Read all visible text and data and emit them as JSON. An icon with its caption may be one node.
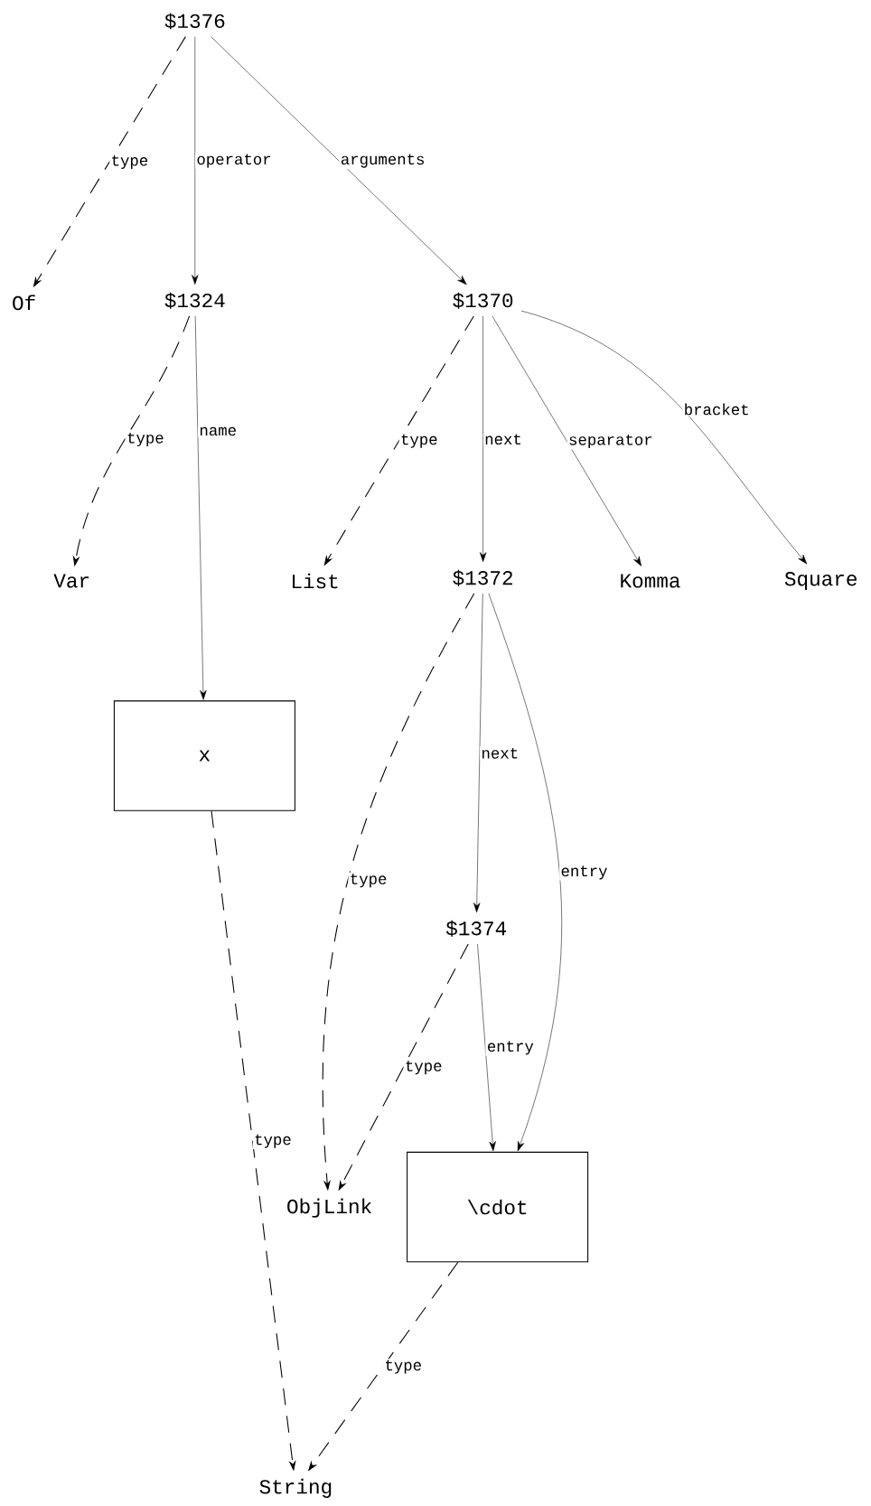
{
  "diagram": {
    "nodes": [
      {
        "text": [
          "$1376"
        ]
      },
      {
        "text": [
          "Of"
        ]
      },
      {
        "text": [
          "$1324"
        ]
      },
      {
        "text": [
          "$1370"
        ]
      },
      {
        "text": [
          "Var"
        ]
      },
      {
        "text": [
          "x"
        ]
      },
      {
        "text": [
          "List"
        ]
      },
      {
        "text": [
          "$1372"
        ]
      },
      {
        "text": [
          "Komma"
        ]
      },
      {
        "text": [
          "Square"
        ]
      },
      {
        "text": [
          "$1374"
        ]
      },
      {
        "text": [
          "ObjLink"
        ]
      },
      {
        "text": [
          "\\cdot"
        ]
      },
      {
        "text": [
          "String"
        ]
      }
    ],
    "edges": [
      {
        "from": 0,
        "to": 1,
        "arrow": "to",
        "label": "type",
        "style": "dashed"
      },
      {
        "from": 0,
        "to": 2,
        "arrow": "to",
        "label": "operator"
      },
      {
        "from": 0,
        "to": 3,
        "arrow": "to",
        "label": "arguments"
      },
      {
        "from": 2,
        "to": 4,
        "arrow": "to",
        "label": "type",
        "style": "dashed"
      },
      {
        "from": 2,
        "to": 5,
        "arrow": "to",
        "label": "name"
      },
      {
        "from": 3,
        "to": 6,
        "arrow": "to",
        "label": "type",
        "style": "dashed"
      },
      {
        "from": 3,
        "to": 7,
        "arrow": "to",
        "label": "next"
      },
      {
        "from": 3,
        "to": 8,
        "arrow": "to",
        "label": "separator"
      },
      {
        "from": 3,
        "to": 9,
        "arrow": "to",
        "label": "bracket"
      },
      {
        "from": 7,
        "to": 11,
        "arrow": "to",
        "label": "type",
        "style": "dashed"
      },
      {
        "from": 7,
        "to": 10,
        "arrow": "to",
        "label": "next"
      },
      {
        "from": 7,
        "to": 12,
        "arrow": "to",
        "label": "entry"
      },
      {
        "from": 10,
        "to": 11,
        "arrow": "to",
        "label": "type",
        "style": "dashed"
      },
      {
        "from": 10,
        "to": 12,
        "arrow": "to",
        "label": "entry"
      },
      {
        "from": 5,
        "to": 13,
        "arrow": "to",
        "label": "type",
        "style": "dashed"
      },
      {
        "from": 12,
        "to": 13,
        "arrow": "to",
        "label": "type",
        "style": "dashed"
      }
    ]
  }
}
